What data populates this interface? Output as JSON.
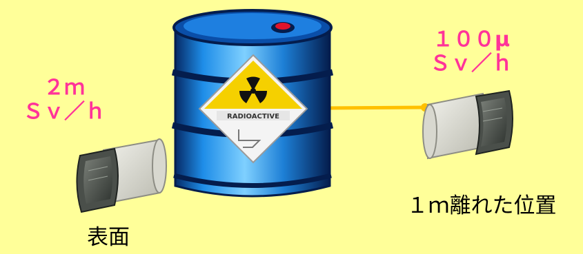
{
  "readings": {
    "surface": "２ｍ\nＳｖ／ｈ",
    "distant": "１００μ\nＳｖ／ｈ"
  },
  "captions": {
    "distance": "１ｍ離れた位置",
    "surface": "表面"
  },
  "drum": {
    "hazard_label": "RADIOACTIVE"
  },
  "colors": {
    "background": "#ffff99",
    "reading_text": "#ff3399",
    "drum_blue": "#1a7ad6",
    "hazard_yellow": "#f5d000",
    "connector": "#ffc000"
  }
}
